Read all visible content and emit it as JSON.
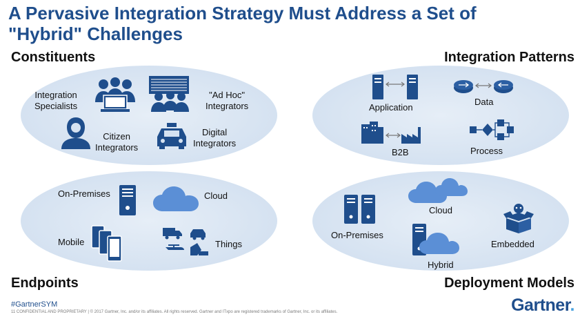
{
  "title_line1": "A Pervasive Integration Strategy Must Address a Set of",
  "title_line2": "\"Hybrid\" Challenges",
  "sections": {
    "constituents": "Constituents",
    "integration_patterns": "Integration Patterns",
    "endpoints": "Endpoints",
    "deployment_models": "Deployment Models"
  },
  "constituents": {
    "integration_specialists": [
      "Integration",
      "Specialists"
    ],
    "ad_hoc_integrators": [
      "\"Ad Hoc\"",
      "Integrators"
    ],
    "citizen_integrators": [
      "Citizen",
      "Integrators"
    ],
    "digital_integrators": [
      "Digital",
      "Integrators"
    ]
  },
  "patterns": {
    "application": "Application",
    "data": "Data",
    "b2b": "B2B",
    "process": "Process"
  },
  "endpoints": {
    "on_premises": "On-Premises",
    "cloud": "Cloud",
    "mobile": "Mobile",
    "things": "Things"
  },
  "deployment": {
    "cloud": "Cloud",
    "on_premises": "On-Premises",
    "hybrid": "Hybrid",
    "embedded": "Embedded"
  },
  "footer": {
    "hashtag": "#GartnerSYM",
    "legal": "11   CONFIDENTIAL AND PROPRIETARY  |  © 2017 Gartner, Inc. and/or its affiliates. All rights reserved. Gartner and ITxpo are registered trademarks of Gartner, Inc. or its affiliates.",
    "logo": "Gartner",
    "logo_dot": "."
  },
  "colors": {
    "accent": "#1f4e8c",
    "icon": "#1f4e8c",
    "cloud": "#5b8fd6",
    "ellipse": "#d5e2f1"
  }
}
